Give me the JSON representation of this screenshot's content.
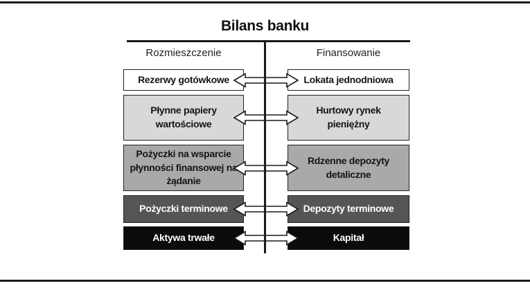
{
  "page": {
    "title": "Bilans banku",
    "left_header": "Rozmieszczenie",
    "right_header": "Finansowanie"
  },
  "rows": [
    {
      "left": "Rezerwy gotówkowe",
      "right": "Lokata jednodniowa",
      "bg": "#ffffff",
      "text_color": "#141414"
    },
    {
      "left": "Płynne papiery wartościowe",
      "right": "Hurtowy rynek pieniężny",
      "bg": "#d8d8d8",
      "text_color": "#141414"
    },
    {
      "left": "Pożyczki na wsparcie płynności finansowej na żądanie",
      "right": "Rdzenne depozyty detaliczne",
      "bg": "#a9a9a9",
      "text_color": "#141414"
    },
    {
      "left": "Pożyczki terminowe",
      "right": "Depozyty terminowe",
      "bg": "#555555",
      "text_color": "#ffffff"
    },
    {
      "left": "Aktywa trwałe",
      "right": "Kapitał",
      "bg": "#0b0b0b",
      "text_color": "#ffffff"
    }
  ],
  "colors": {
    "line": "#1a1a1a",
    "arrow_fill": "#ffffff",
    "arrow_stroke": "#1a1a1a"
  }
}
